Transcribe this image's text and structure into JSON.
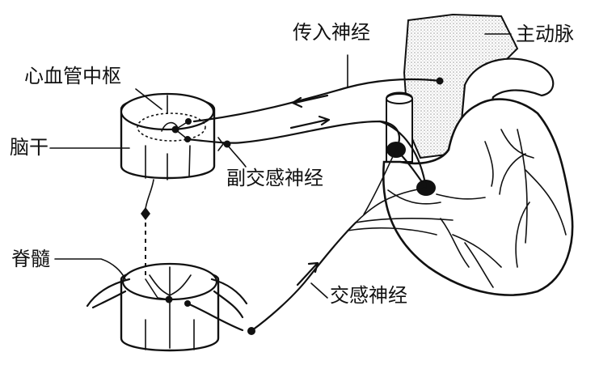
{
  "labels": {
    "afferent_nerve": "传入神经",
    "aorta": "主动脉",
    "cardiac_center": "心血管中枢",
    "brainstem": "脑干",
    "parasympathetic_nerve": "副交感神经",
    "spinal_cord": "脊髓",
    "sympathetic_nerve": "交感神经"
  },
  "colors": {
    "ink": "#111111",
    "vessel_stipple": "#d9d9d9",
    "background": "#ffffff"
  }
}
